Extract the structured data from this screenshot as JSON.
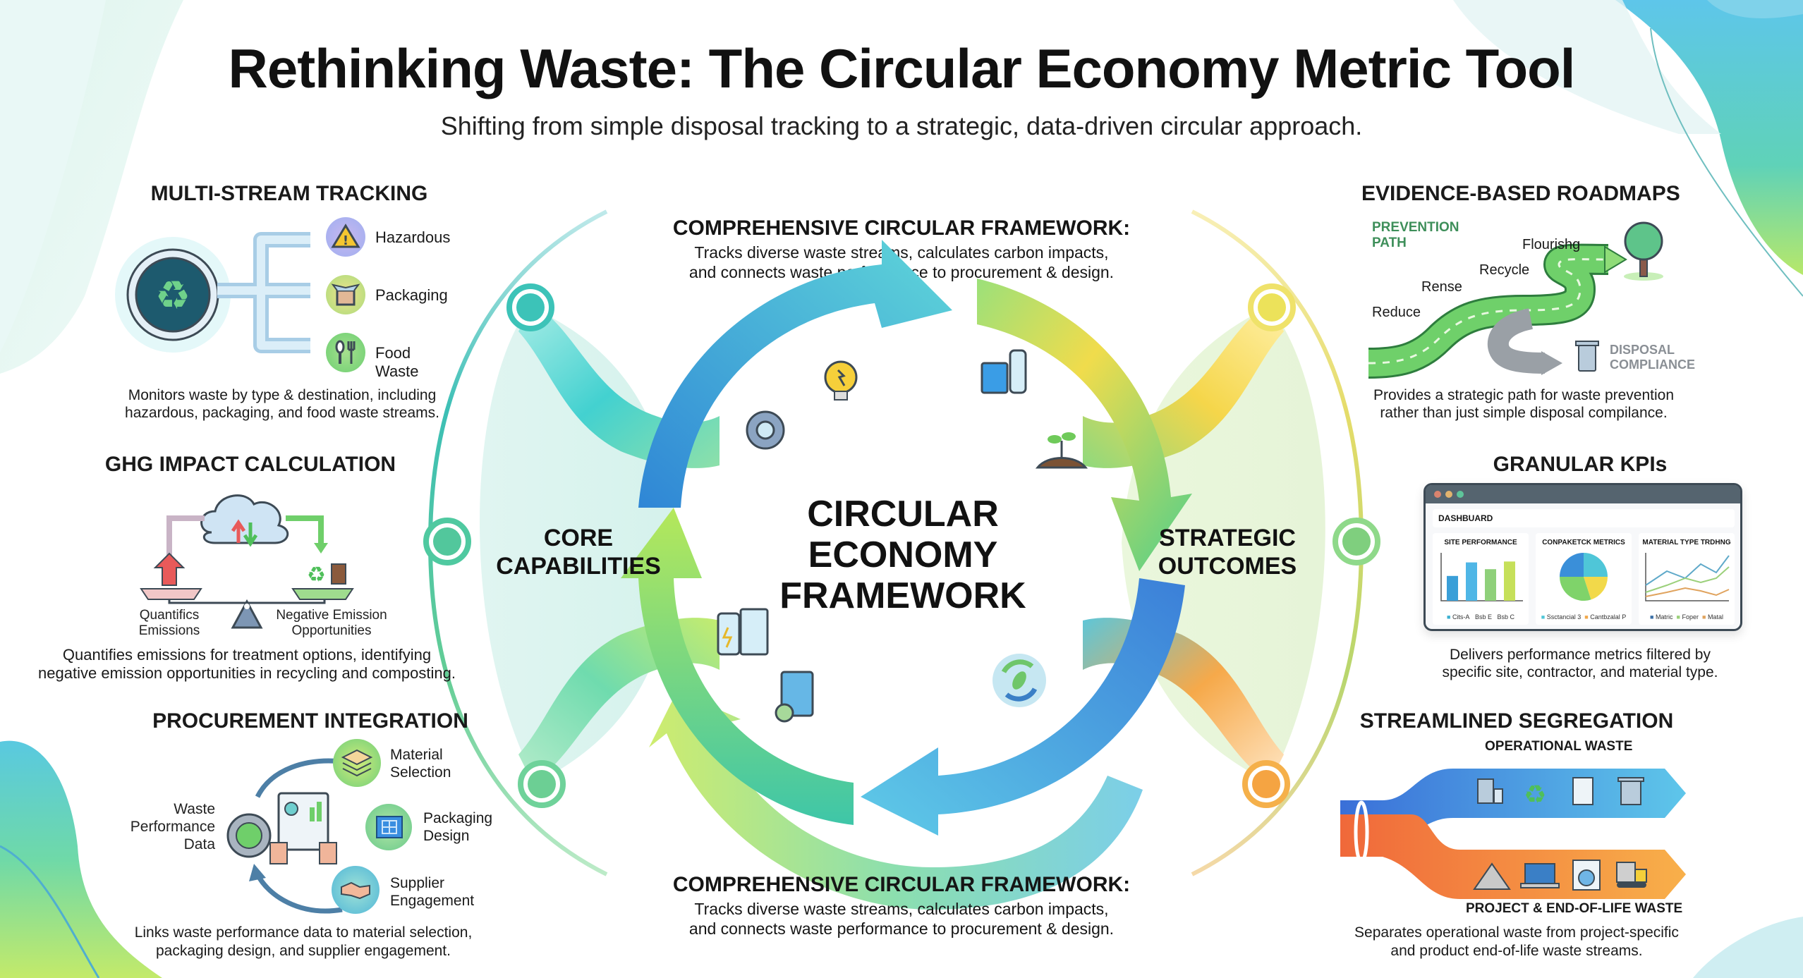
{
  "header": {
    "title": "Rethinking Waste: The Circular Economy Metric Tool",
    "subtitle": "Shifting from simple disposal tracking to a strategic, data-driven circular approach."
  },
  "colors": {
    "teal": "#3cc3b8",
    "green": "#7fd36a",
    "blue": "#3a8fd9",
    "yellow": "#f2d94a",
    "orange": "#f5a442"
  },
  "left": {
    "multi_stream": {
      "title": "MULTI-STREAM TRACKING",
      "streams": [
        "Hazardous",
        "Packaging",
        "Food Waste"
      ],
      "description_line1": "Monitors waste by type & destination, including",
      "description_line2": "hazardous, packaging, and food waste streams."
    },
    "ghg": {
      "title": "GHG IMPACT CALCULATION",
      "left_label_1": "Quantifics",
      "left_label_2": "Emissions",
      "right_label_1": "Negative Emission",
      "right_label_2": "Opportunities",
      "description_line1": "Quantifies emissions for treatment options, identifying",
      "description_line2": "negative emission opportunities in recycling and composting."
    },
    "procurement": {
      "title": "PROCUREMENT INTEGRATION",
      "source_1": "Waste",
      "source_2": "Performance",
      "source_3": "Data",
      "nodes": [
        {
          "line1": "Material",
          "line2": "Selection"
        },
        {
          "line1": "Packaging",
          "line2": "Design"
        },
        {
          "line1": "Supplier",
          "line2": "Engagement"
        }
      ],
      "description_line1": "Links waste performance data to material selection,",
      "description_line2": "packaging design, and supplier engagement."
    }
  },
  "center": {
    "top": {
      "title": "COMPREHENSIVE CIRCULAR FRAMEWORK:",
      "line1": "Tracks diverse waste streams, calculates carbon impacts,",
      "line2": "and connects waste performance to procurement & design."
    },
    "bottom": {
      "title": "COMPREHENSIVE CIRCULAR FRAMEWORK:",
      "line1": "Tracks diverse waste streams, calculates carbon impacts,",
      "line2": "and connects waste performance to procurement & design."
    },
    "hub_line1": "CIRCULAR",
    "hub_line2": "ECONOMY",
    "hub_line3": "FRAMEWORK",
    "core_line1": "CORE",
    "core_line2": "CAPABILITIES",
    "strategic_line1": "STRATEGIC",
    "strategic_line2": "OUTCOMES"
  },
  "right": {
    "roadmaps": {
      "title": "EVIDENCE-BASED ROADMAPS",
      "path_label": "PREVENTION PATH",
      "steps": [
        "Reduce",
        "Rense",
        "Recycle",
        "Flourishg"
      ],
      "disposal_1": "DISPOSAL",
      "disposal_2": "COMPLIANCE",
      "description_line1": "Provides a strategic path for waste prevention",
      "description_line2": "rather than just simple disposal compilance."
    },
    "kpis": {
      "title": "GRANULAR KPIs",
      "dashboard_label": "DASHBUARD",
      "panels": [
        {
          "title": "SITE PERFORMANCE",
          "legend": [
            "Cits-A",
            "Bsb E",
            "Bsb C"
          ],
          "values": [
            0.55,
            0.85,
            0.7,
            0.87
          ]
        },
        {
          "title": "CONPAKETCK METRICS",
          "legend": [
            "Ssctancial 3",
            "Cantbzalal P"
          ],
          "values": [
            0.25,
            0.2,
            0.3,
            0.25
          ]
        },
        {
          "title": "MATERIAL TYPE TRDHNG",
          "legend": [
            "Matric",
            "Foper",
            "Matal"
          ]
        }
      ],
      "description_line1": "Delivers performance metrics filtered by",
      "description_line2": "specific site, contractor, and material type."
    },
    "segregation": {
      "title": "STREAMLINED SEGREGATION",
      "top_stream": "OPERATIONAL WASTE",
      "bottom_stream": "PROJECT & END-OF-LIFE WASTE",
      "description_line1": "Separates operational waste from project-specific",
      "description_line2": "and product end-of-life waste streams."
    }
  }
}
